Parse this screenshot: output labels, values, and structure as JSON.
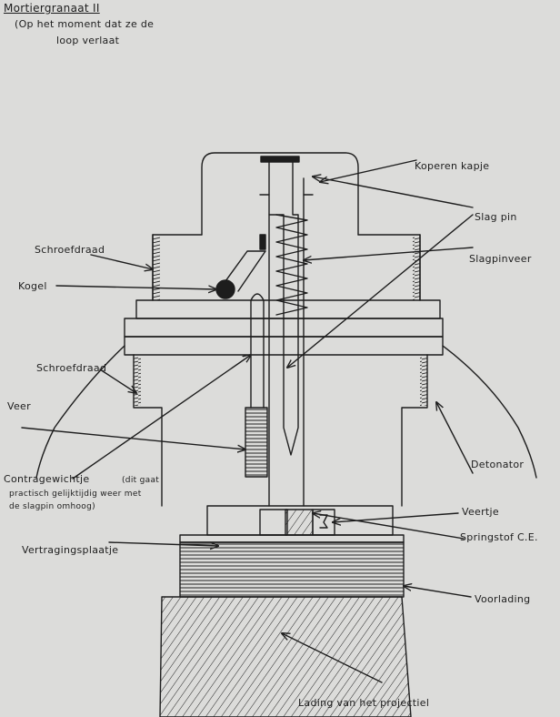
{
  "title": {
    "line1": "Mortiergranaat II",
    "line2": "(Op het moment dat ze de",
    "line3": "loop verlaat"
  },
  "labels": {
    "koperen_kapje": "Koperen kapje",
    "slag_pin": "Slag pin",
    "slagpinveer": "Slagpinveer",
    "schroefdraad_top": "Schroefdraad",
    "kogel": "Kogel",
    "schroefdraad_mid": "Schroefdraad",
    "veer": "Veer",
    "detonator": "Detonator",
    "contragewichtje": "Contragewichtje",
    "contragewichtje_note1": "(dit gaat",
    "contragewichtje_note2": "practisch gelijktijdig weer met",
    "contragewichtje_note3": "de slagpin omhoog)",
    "veertje": "Veertje",
    "springstof": "Springstof C.E.",
    "vertragingsplaatje": "Vertragingsplaatje",
    "voorlading": "Voorlading",
    "lading": "Lading van het projectiel"
  },
  "colors": {
    "paper": "#dcdcda",
    "ink": "#1d1d1d"
  }
}
